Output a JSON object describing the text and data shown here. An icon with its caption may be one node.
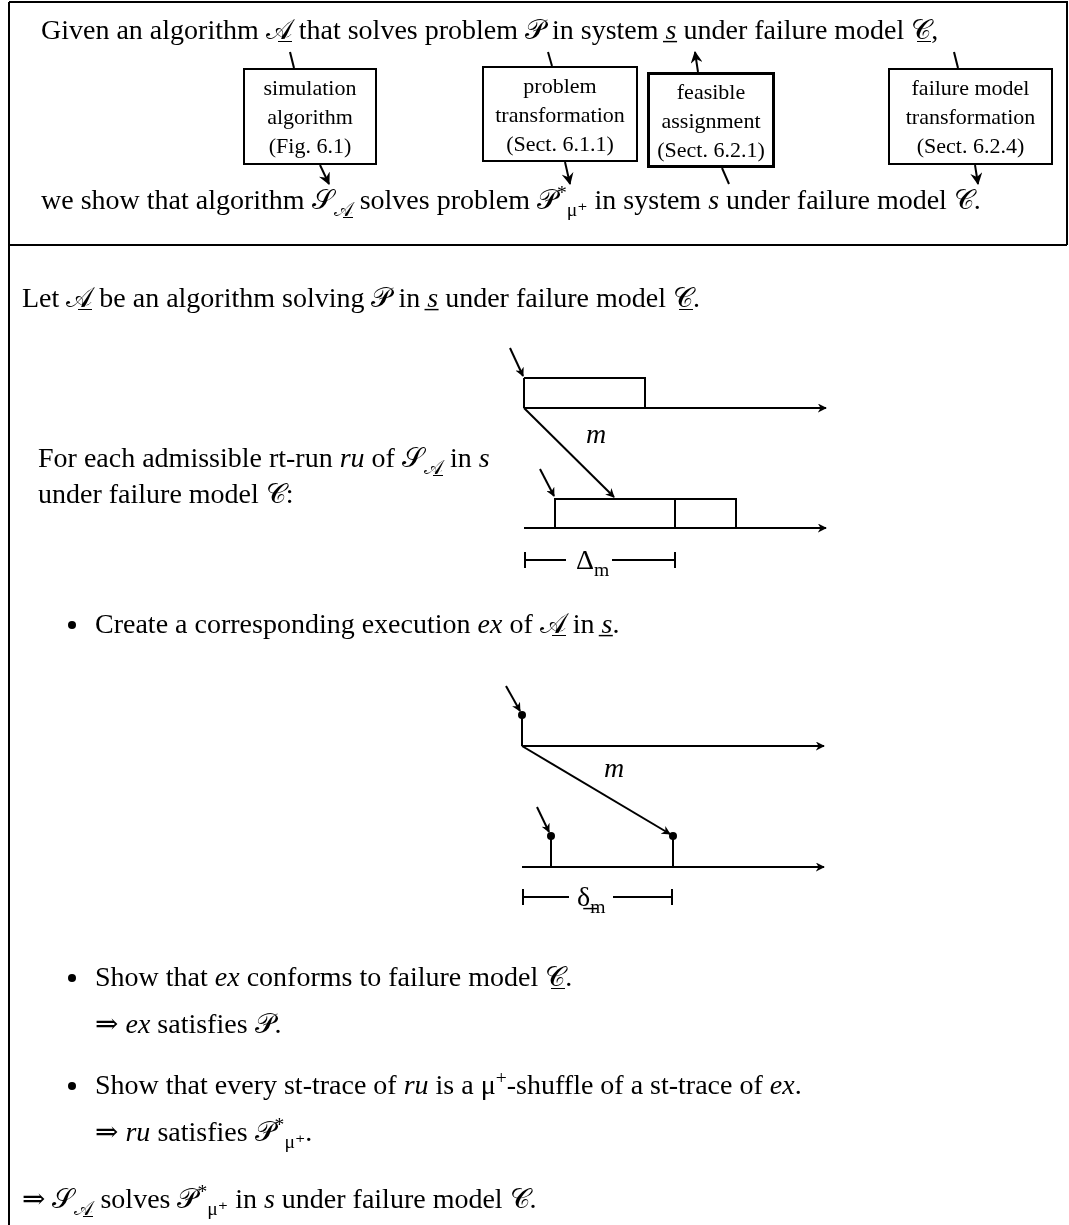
{
  "diagram": {
    "nodes": [
      {
        "text": [
          "simulation algorithm (Fig. 6.1)"
        ]
      },
      {
        "text": [
          "problem transformation (Sect. 6.1.1)"
        ]
      },
      {
        "text": [
          "feasible assignment (Sect. 6.2.1)"
        ]
      },
      {
        "text": [
          "failure model transformation (Sect. 6.2.4)"
        ]
      },
      {
        "text": [
          "Given an algorithm 𝒜̲ that solves problem 𝒫 in system *s̲* under failure model 𝒞̲,"
        ]
      },
      {
        "text": [
          "we show that algorithm 𝒮$_{𝒜̲}$ solves problem 𝒫$^{*}$$_{μ⁺}$ in system *s* under failure model 𝒞."
        ]
      }
    ],
    "edges": [
      {
        "from": 0,
        "to": 4,
        "arrow": "none"
      },
      {
        "from": 0,
        "to": 5,
        "arrow": "to"
      },
      {
        "from": 1,
        "to": 4,
        "arrow": "none"
      },
      {
        "from": 1,
        "to": 5,
        "arrow": "to"
      },
      {
        "from": 2,
        "to": 4,
        "arrow": "to"
      },
      {
        "from": 2,
        "to": 5,
        "arrow": "none"
      },
      {
        "from": 3,
        "to": 4,
        "arrow": "none"
      },
      {
        "from": 3,
        "to": 5,
        "arrow": "to"
      }
    ],
    "labels": [
      "Let 𝒜̲ be an algorithm solving 𝒫 in *s̲* under failure model 𝒞̲.",
      "For each admissible rt-run *ru* of 𝒮$_{𝒜̲}$ in *s* under failure model 𝒞:",
      "*m*",
      "Δ$_{m}$",
      "Create a corresponding execution *ex* of 𝒜̲ in *s̲*.",
      "*m*",
      "δ̲$_{m}$",
      "Show that *ex* conforms to failure model 𝒞̲.",
      "⇒ *ex* satisfies 𝒫.",
      "Show that every st-trace of *ru* is a μ$^{+}$-shuffle of a st-trace of *ex*.",
      "⇒ *ru* satisfies 𝒫$^{*}$$_{μ⁺}$.",
      "⇒ 𝒮$_{𝒜̲}$ solves 𝒫$^{*}$$_{μ⁺}$ in *s* under failure model 𝒞."
    ]
  }
}
